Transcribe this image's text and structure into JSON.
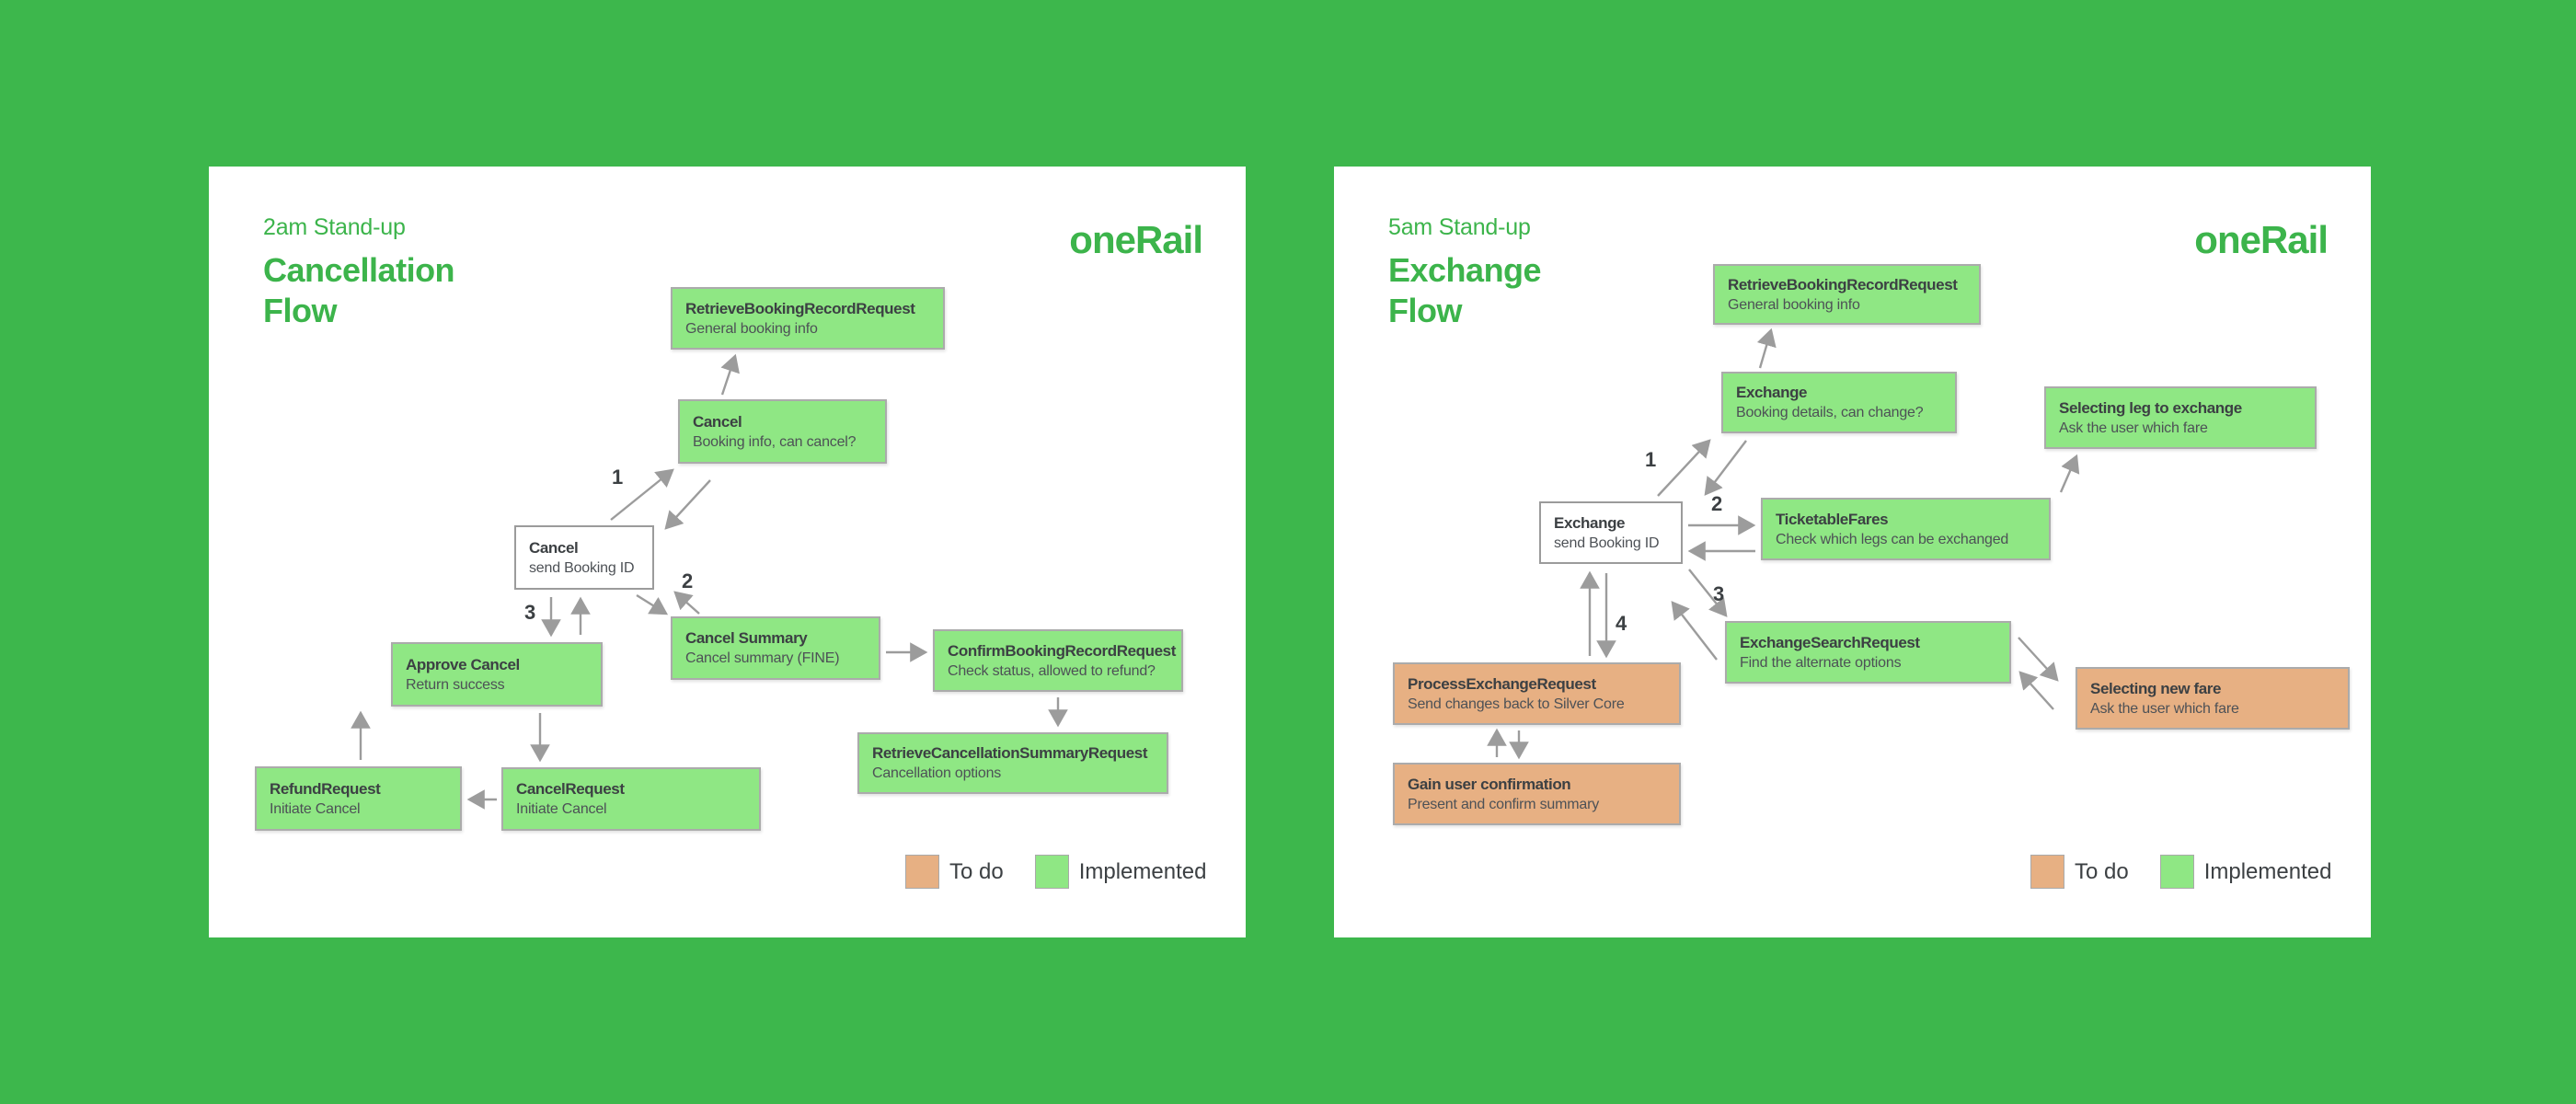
{
  "colors": {
    "background": "#3DB74C",
    "accent_text": "#3CB44B",
    "implemented_fill": "#8FE784",
    "todo_fill": "#E7B083",
    "arrow": "#9C9C9C"
  },
  "panels": [
    {
      "eyebrow": "2am Stand-up",
      "title_line1": "Cancellation",
      "title_line2": "Flow",
      "logo": "oneRail",
      "nodes": [
        {
          "title": "RetrieveBookingRecordRequest",
          "subtitle": "General booking info",
          "status": "implemented"
        },
        {
          "title": "Cancel",
          "subtitle": "Booking info, can cancel?",
          "status": "implemented"
        },
        {
          "title": "Cancel",
          "subtitle": "send Booking ID",
          "status": "plain"
        },
        {
          "title": "Cancel Summary",
          "subtitle": "Cancel summary (FINE)",
          "status": "implemented"
        },
        {
          "title": "ConfirmBookingRecordRequest",
          "subtitle": "Check status, allowed to refund?",
          "status": "implemented"
        },
        {
          "title": "RetrieveCancellationSummaryRequest",
          "subtitle": "Cancellation options",
          "status": "implemented"
        },
        {
          "title": "Approve Cancel",
          "subtitle": "Return success",
          "status": "implemented"
        },
        {
          "title": "RefundRequest",
          "subtitle": "Initiate Cancel",
          "status": "implemented"
        },
        {
          "title": "CancelRequest",
          "subtitle": "Initiate Cancel",
          "status": "implemented"
        }
      ],
      "step_labels": [
        "1",
        "2",
        "3"
      ],
      "legend": {
        "todo": "To do",
        "implemented": "Implemented"
      }
    },
    {
      "eyebrow": "5am Stand-up",
      "title_line1": "Exchange",
      "title_line2": "Flow",
      "logo": "oneRail",
      "nodes": [
        {
          "title": "RetrieveBookingRecordRequest",
          "subtitle": "General booking info",
          "status": "implemented"
        },
        {
          "title": "Exchange",
          "subtitle": "Booking details, can change?",
          "status": "implemented"
        },
        {
          "title": "Selecting leg to exchange",
          "subtitle": "Ask the user which fare",
          "status": "implemented"
        },
        {
          "title": "Exchange",
          "subtitle": "send Booking ID",
          "status": "plain"
        },
        {
          "title": "TicketableFares",
          "subtitle": "Check which legs can be exchanged",
          "status": "implemented"
        },
        {
          "title": "ExchangeSearchRequest",
          "subtitle": "Find the alternate options",
          "status": "implemented"
        },
        {
          "title": "Selecting new fare",
          "subtitle": "Ask the user which fare",
          "status": "todo"
        },
        {
          "title": "ProcessExchangeRequest",
          "subtitle": "Send changes back to Silver Core",
          "status": "todo"
        },
        {
          "title": "Gain user confirmation",
          "subtitle": "Present and confirm summary",
          "status": "todo"
        }
      ],
      "step_labels": [
        "1",
        "2",
        "3",
        "4"
      ],
      "legend": {
        "todo": "To do",
        "implemented": "Implemented"
      }
    }
  ]
}
